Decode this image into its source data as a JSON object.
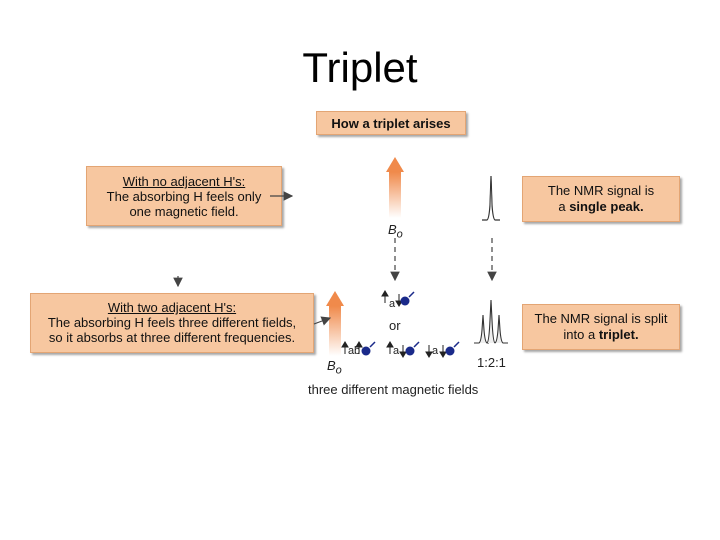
{
  "title": "Triplet",
  "header_box": "How a triplet arises",
  "no_adjacent": {
    "heading": "With no adjacent H's:",
    "line1": "The absorbing H feels only",
    "line2": "one magnetic field."
  },
  "two_adjacent": {
    "heading": "With two adjacent H's:",
    "line1": "The absorbing H feels three different fields,",
    "line2": "so it absorbs at three different frequencies."
  },
  "signal_single": {
    "line1": "The NMR signal is",
    "prefix": "a ",
    "bold": "single peak."
  },
  "signal_triplet": {
    "line1": "The NMR signal is split",
    "prefix": "into a ",
    "bold": "triplet."
  },
  "field_label": "B",
  "field_sub": "o",
  "spin_a": "a",
  "spin_b": "b",
  "or_text": "or",
  "ratio": "1:2:1",
  "caption": "three different magnetic fields",
  "colors": {
    "box_fill": "#f7c7a0",
    "arrow_orange": "#f08a4b",
    "spin_blue": "#1a2a8a"
  }
}
